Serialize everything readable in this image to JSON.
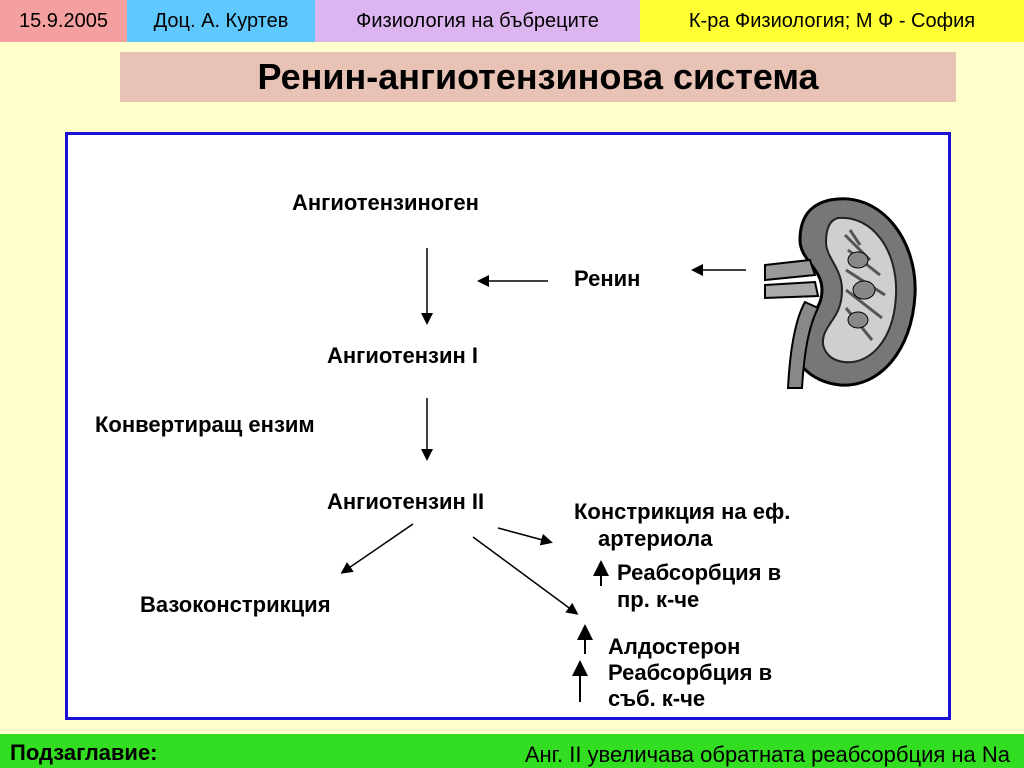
{
  "header": {
    "date": "15.9.2005",
    "author": "Доц. А. Куртев",
    "topic": "Физиология на бъбреците",
    "department": "К-ра Физиология; М Ф - София"
  },
  "slide_title": "Ренин-ангиотензинова система",
  "diagram": {
    "angiotensinogen": "Ангиотензиноген",
    "renin": "Ренин",
    "angiotensin_1": "Ангиотензин I",
    "converting_enzyme": "Конвертиращ ензим",
    "angiotensin_2": "Ангиотензин II",
    "vasoconstriction": "Вазоконстрикция",
    "constriction_line1": "Констрикция на еф.",
    "constriction_line2": "артериола",
    "reabsorption_proximal_line1": "Реабсорбция в",
    "reabsorption_proximal_line2": "пр. к-че",
    "aldosterone": "Алдостерон",
    "reabsorption_collecting_line1": "Реабсорбция в",
    "reabsorption_collecting_line2": "съб. к-че"
  },
  "footer": {
    "subtitle_label": "Подзаглавие:",
    "subtitle_text": "Анг. II увеличава обратната реабсорбция на Na"
  },
  "colors": {
    "background": "#ffffcc",
    "date_bg": "#f4a0a0",
    "author_bg": "#5fc8ff",
    "topic_bg": "#dcb4f0",
    "department_bg": "#ffff33",
    "title_bg": "#e8c2b4",
    "panel_border": "#1c10d8",
    "footer_bg": "#33dd22"
  }
}
